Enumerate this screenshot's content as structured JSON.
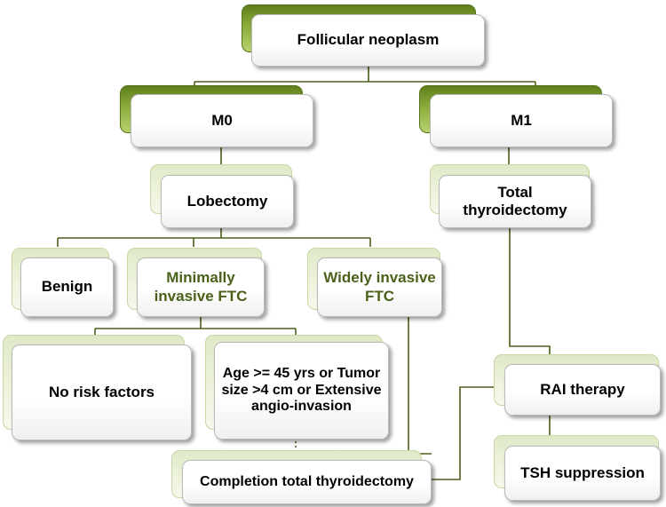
{
  "nodes": {
    "follicular_neoplasm": "Follicular neoplasm",
    "m0": "M0",
    "m1": "M1",
    "lobectomy": "Lobectomy",
    "total_thyroidectomy": "Total thyroidectomy",
    "benign": "Benign",
    "minimally_invasive_ftc": "Minimally invasive FTC",
    "widely_invasive_ftc": "Widely invasive FTC",
    "no_risk_factors": "No risk factors",
    "risk_factors": "Age >= 45 yrs or Tumor size >4 cm or Extensive angio-invasion",
    "completion_total_thyroidectomy": "Completion total thyroidectomy",
    "rai_therapy": "RAI therapy",
    "tsh_suppression": "TSH suppression"
  },
  "colors": {
    "tab_dark": "#6f8f26",
    "tab_pale": "#e4edcf",
    "connector": "#4a5f1a",
    "label_green": "#4a6119"
  }
}
